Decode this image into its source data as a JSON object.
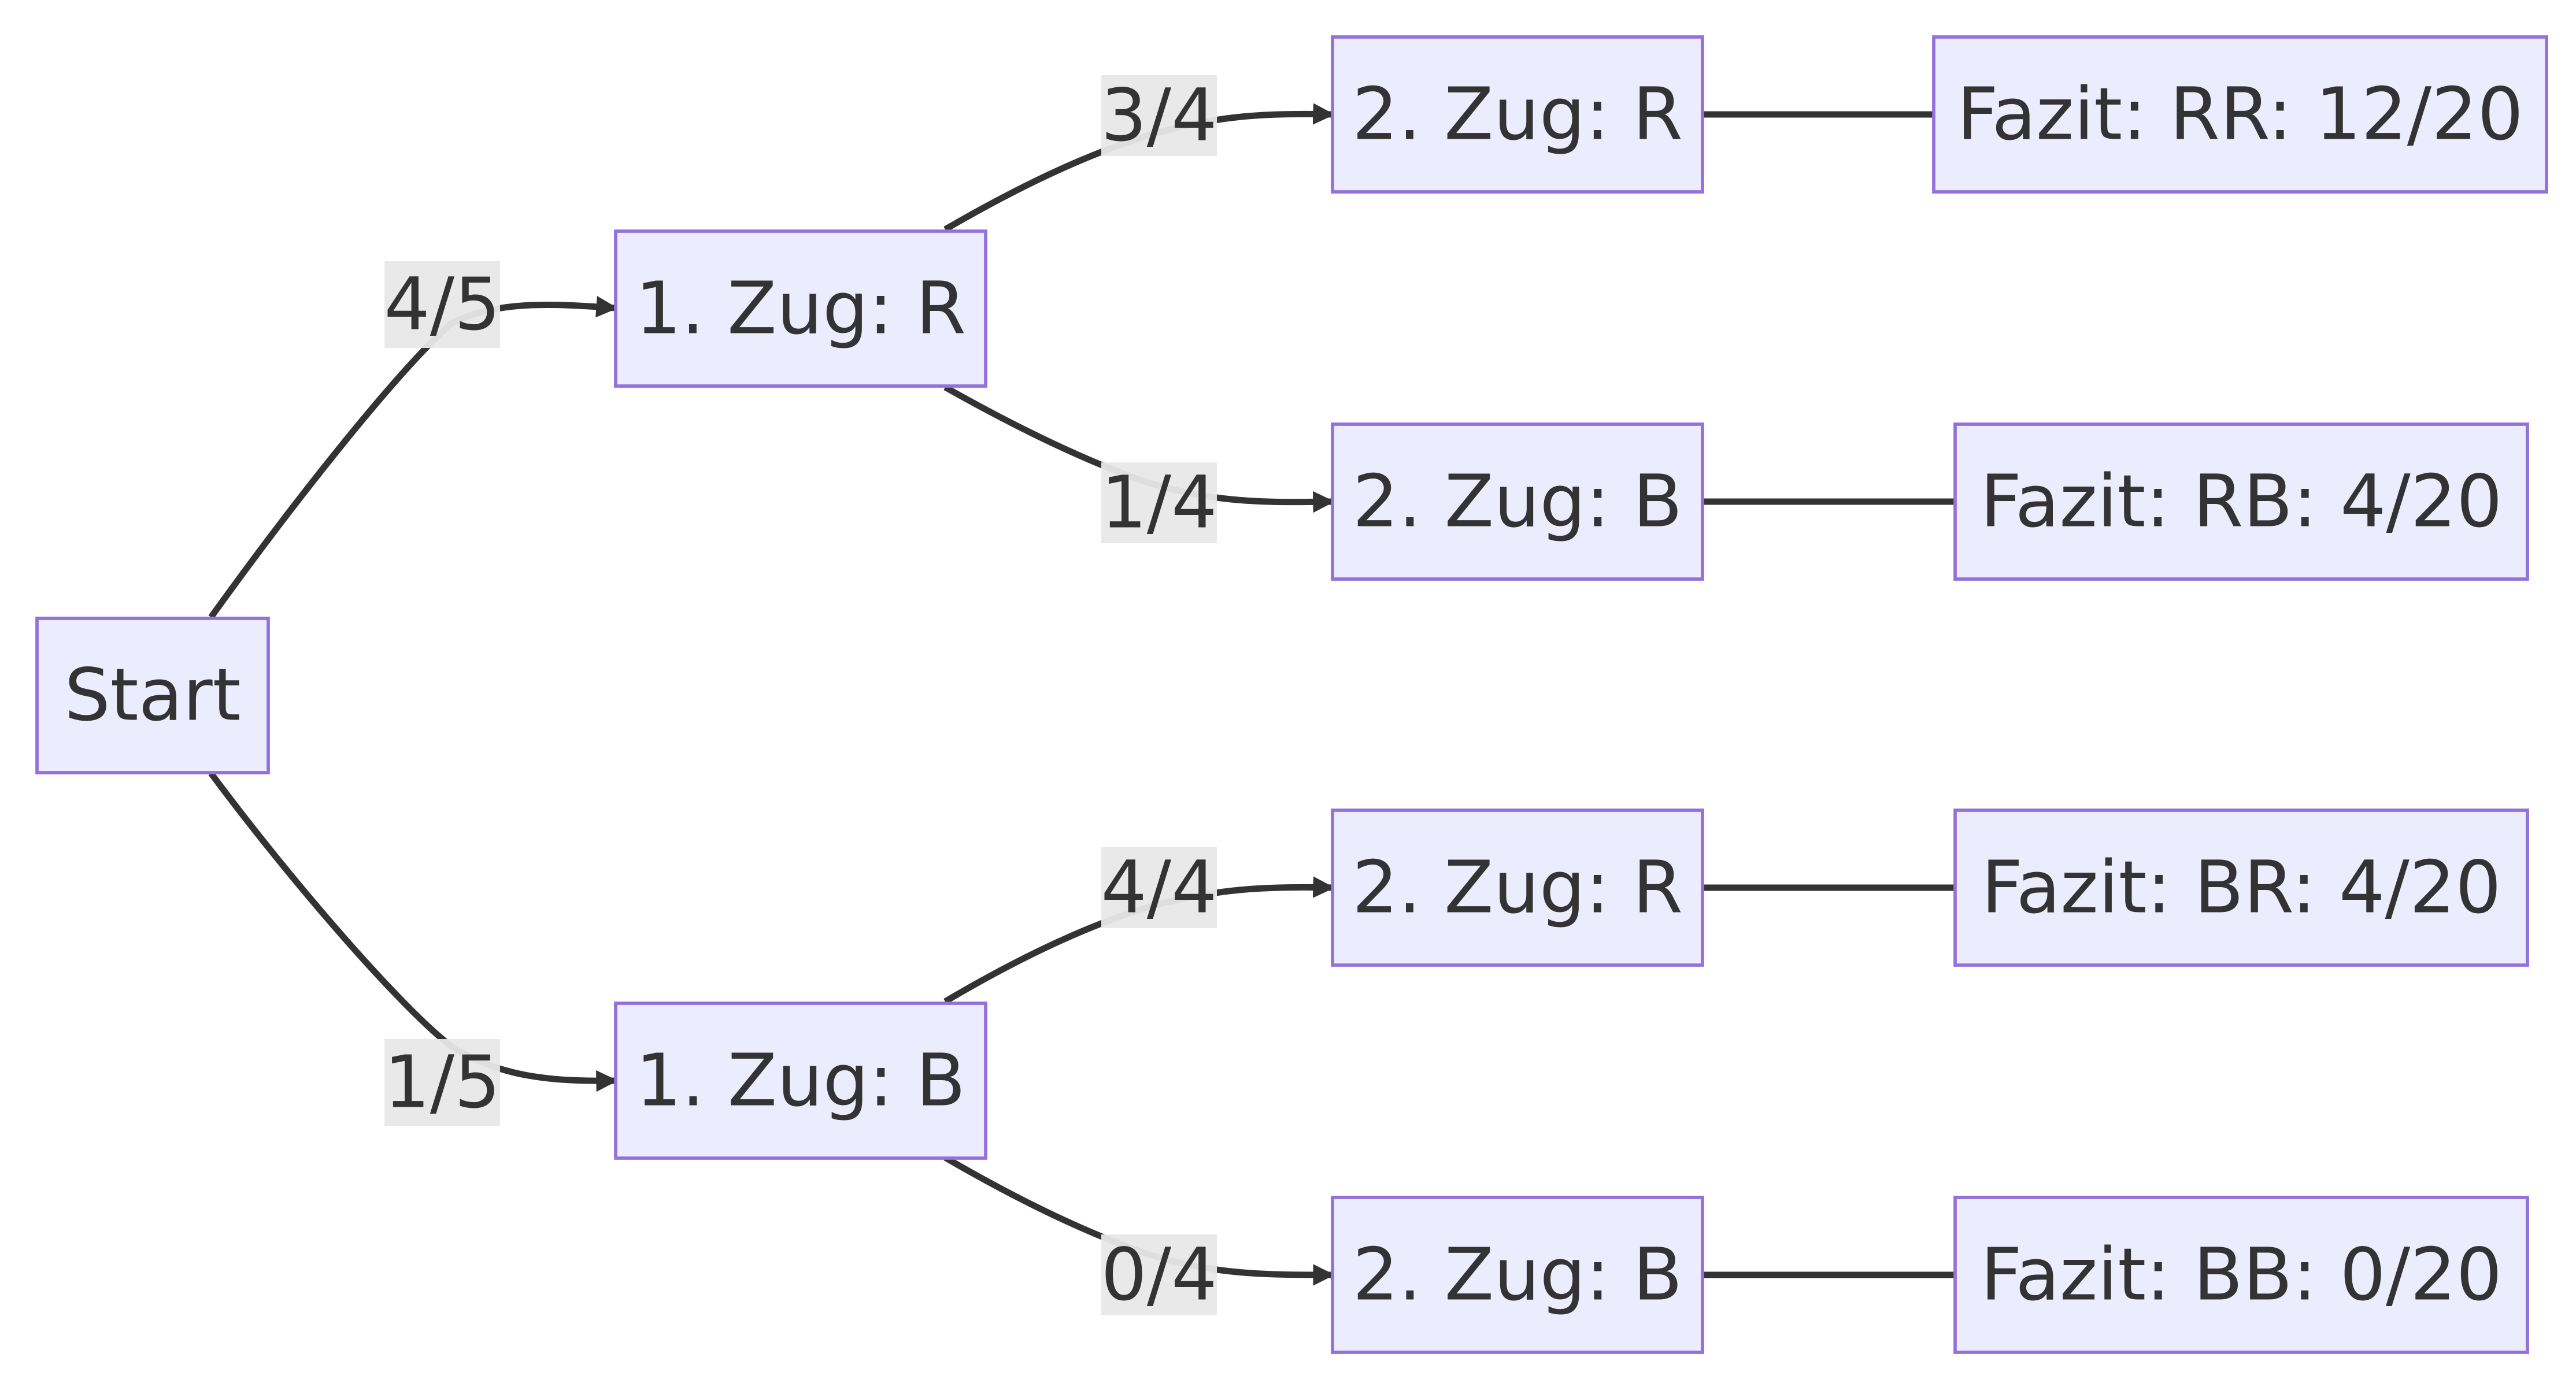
{
  "nodes": {
    "start": "Start",
    "first_r": "1. Zug: R",
    "first_b": "1. Zug: B",
    "second_rr": "2. Zug: R",
    "second_rb": "2. Zug: B",
    "second_br": "2. Zug: R",
    "second_bb": "2. Zug: B",
    "result_rr": "Fazit: RR: 12/20",
    "result_rb": "Fazit: RB: 4/20",
    "result_br": "Fazit: BR: 4/20",
    "result_bb": "Fazit: BB: 0/20"
  },
  "edge_labels": {
    "start_to_r": "4/5",
    "start_to_b": "1/5",
    "r_to_r": "3/4",
    "r_to_b": "1/4",
    "b_to_r": "4/4",
    "b_to_b": "0/4"
  },
  "colors": {
    "node_fill": "#ececff",
    "node_stroke": "#9370db",
    "edge": "#333333",
    "label_background": "#e8e8e8",
    "text": "#333333"
  }
}
